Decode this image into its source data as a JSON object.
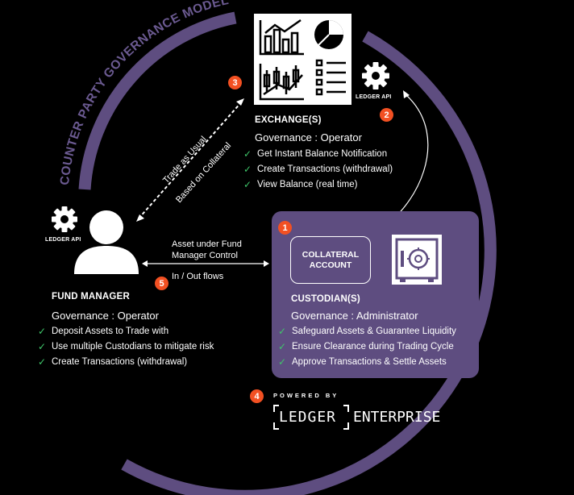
{
  "title": "COUNTER PARTY GOVERNANCE MODEL",
  "exchange": {
    "heading": "EXCHANGE(S)",
    "governance": "Governance : Operator",
    "items": [
      "Get Instant Balance Notification",
      "Create Transactions (withdrawal)",
      "View Balance (real time)"
    ],
    "api_label": "LEDGER API"
  },
  "fund_manager": {
    "heading": "FUND MANAGER",
    "governance": "Governance : Operator",
    "items": [
      "Deposit Assets to Trade with",
      "Use multiple Custodians to mitigate risk",
      "Create Transactions (withdrawal)"
    ],
    "api_label": "LEDGER API"
  },
  "custodian": {
    "heading": "CUSTODIAN(S)",
    "governance": "Governance : Administrator",
    "account": "COLLATERAL ACCOUNT",
    "items": [
      "Safeguard Assets & Guarantee Liquidity",
      "Ensure Clearance during Trading Cycle",
      "Approve Transactions & Settle Assets"
    ]
  },
  "flows": {
    "trade_line1": "Trade as Usual",
    "trade_line2": "Based on Collateral",
    "asset_line1": "Asset under Fund",
    "asset_line2": "Manager Control",
    "inout": "In / Out flows"
  },
  "badges": [
    "1",
    "2",
    "3",
    "4",
    "5"
  ],
  "powered": {
    "label": "POWERED BY",
    "brand_left": "LEDGER",
    "brand_right": "ENTERPRISE"
  },
  "colors": {
    "ring": "#5e4d80",
    "badge": "#f25022",
    "check": "#3fc66a",
    "background": "#000000"
  },
  "icons": [
    "gear-icon",
    "user-icon",
    "chart-icon",
    "vault-icon",
    "check-icon"
  ]
}
